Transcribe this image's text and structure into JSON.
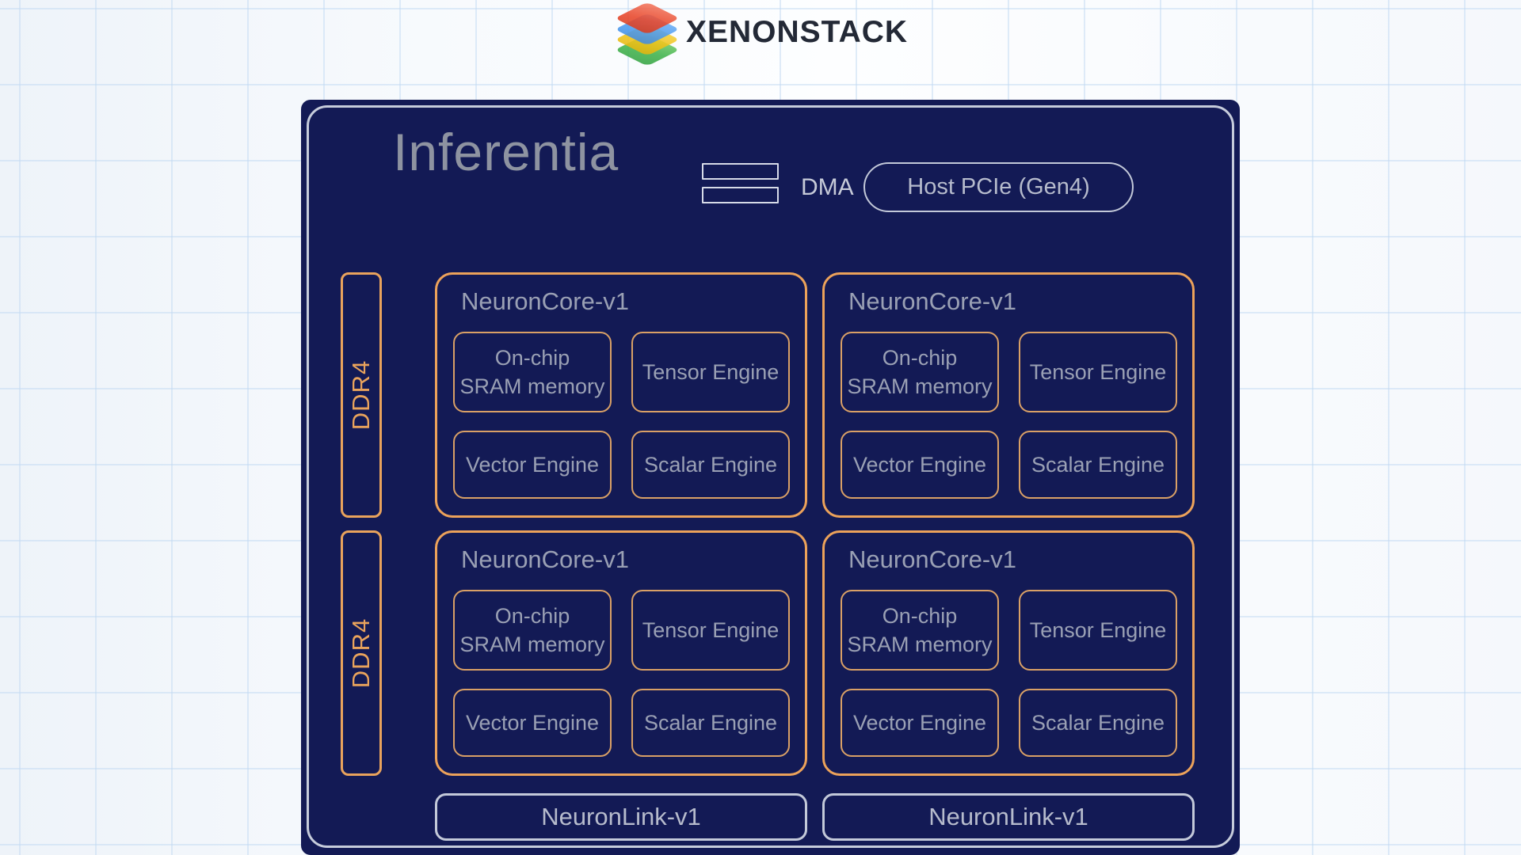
{
  "brand": {
    "name": "XENONSTACK",
    "logo_layers": [
      "red",
      "blue",
      "yellow",
      "green"
    ],
    "colors": {
      "red": "#e8472b",
      "blue": "#4d9cf0",
      "yellow": "#f0c319",
      "green": "#41b44d",
      "text": "#232936"
    }
  },
  "chip": {
    "title": "Inferentia",
    "dma": {
      "label": "DMA"
    },
    "host_pcie": {
      "label": "Host PCIe (Gen4)"
    },
    "ddr": [
      {
        "label": "DDR4"
      },
      {
        "label": "DDR4"
      }
    ],
    "cores": [
      {
        "title": "NeuronCore-v1",
        "units": {
          "sram_line1": "On-chip",
          "sram_line2": "SRAM memory",
          "tensor": "Tensor Engine",
          "vector": "Vector Engine",
          "scalar": "Scalar Engine"
        }
      },
      {
        "title": "NeuronCore-v1",
        "units": {
          "sram_line1": "On-chip",
          "sram_line2": "SRAM memory",
          "tensor": "Tensor Engine",
          "vector": "Vector Engine",
          "scalar": "Scalar Engine"
        }
      },
      {
        "title": "NeuronCore-v1",
        "units": {
          "sram_line1": "On-chip",
          "sram_line2": "SRAM memory",
          "tensor": "Tensor Engine",
          "vector": "Vector Engine",
          "scalar": "Scalar Engine"
        }
      },
      {
        "title": "NeuronCore-v1",
        "units": {
          "sram_line1": "On-chip",
          "sram_line2": "SRAM memory",
          "tensor": "Tensor Engine",
          "vector": "Vector Engine",
          "scalar": "Scalar Engine"
        }
      }
    ],
    "links": [
      {
        "label": "NeuronLink-v1"
      },
      {
        "label": "NeuronLink-v1"
      }
    ],
    "colors": {
      "chip_background": "#131a55",
      "accent_orange": "#e9a35c",
      "unit_border": "#d9a066",
      "frame_silver": "#c6ccdb",
      "text_gray": "#9aa0b4",
      "text_light": "#b6bbcc",
      "title_gray": "#8e93a1"
    }
  }
}
